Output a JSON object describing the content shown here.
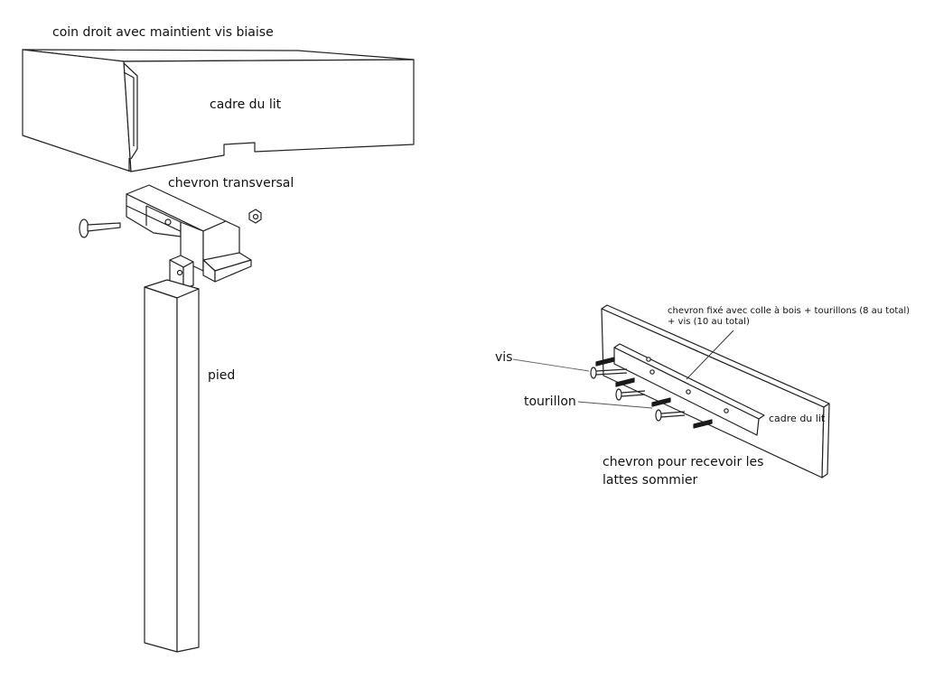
{
  "labels": {
    "corner": "coin droit avec maintient vis biaise",
    "frame": "cadre du lit",
    "crossbar": "chevron transversal",
    "leg": "pied",
    "screw": "vis",
    "dowel": "tourillon",
    "rail_note_1": "chevron fixé avec colle à bois + tourillons (8 au total)",
    "rail_note_2": "+ vis (10 au total)",
    "frame_small": "cadre du lit",
    "rail_1": "chevron pour recevoir les",
    "rail_2": "lattes sommier"
  }
}
